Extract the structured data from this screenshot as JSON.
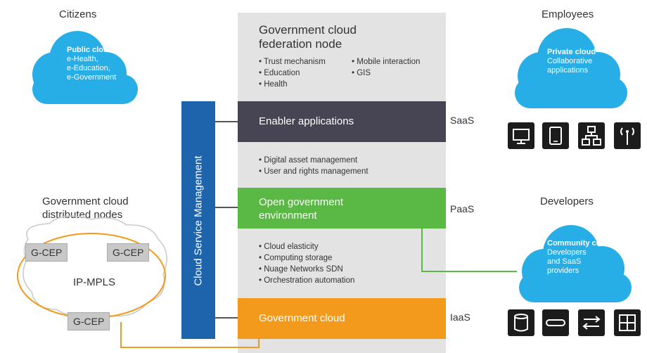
{
  "citizens": {
    "title": "Citizens",
    "cloud_heading": "Public cloud",
    "cloud_items": [
      "e-Health,",
      "e-Education,",
      "e-Government"
    ]
  },
  "employees": {
    "title": "Employees",
    "cloud_heading": "Private cloud",
    "cloud_items": [
      "Collaborative",
      "applications"
    ],
    "icons": [
      "monitor-icon",
      "tablet-icon",
      "network-icon",
      "antenna-icon"
    ]
  },
  "developers": {
    "title": "Developers",
    "cloud_heading": "Community cloud",
    "cloud_items": [
      "Developers",
      "and SaaS",
      "providers"
    ],
    "icons": [
      "database-icon",
      "server-icon",
      "exchange-icon",
      "grid-icon"
    ]
  },
  "federation": {
    "title_line1": "Government cloud",
    "title_line2": "federation node",
    "bullets_left": [
      "Trust mechanism",
      "Education",
      "Health"
    ],
    "bullets_right": [
      "Mobile interaction",
      "GIS"
    ]
  },
  "layers": {
    "saas": {
      "label": "Enabler applications",
      "tier": "SaaS",
      "color": "#474453"
    },
    "saas_bullets": [
      "Digital asset management",
      "User and rights management"
    ],
    "paas": {
      "label_line1": "Open government",
      "label_line2": "environment",
      "tier": "PaaS",
      "color": "#5ab844"
    },
    "paas_bullets": [
      "Cloud elasticity",
      "Computing storage",
      "Nuage Networks SDN",
      "Orchestration automation"
    ],
    "iaas": {
      "label": "Government cloud",
      "tier": "IaaS",
      "color": "#f39a1c"
    }
  },
  "cloud_service_management": "Cloud Service Management",
  "distributed": {
    "title_line1": "Government cloud",
    "title_line2": "distributed nodes",
    "network_label": "IP-MPLS",
    "nodes": [
      "G-CEP",
      "G-CEP",
      "G-CEP"
    ]
  },
  "colors": {
    "cloud": "#27aee6",
    "csm": "#1e64ad",
    "orange": "#f39a1c",
    "green": "#5ab844"
  }
}
